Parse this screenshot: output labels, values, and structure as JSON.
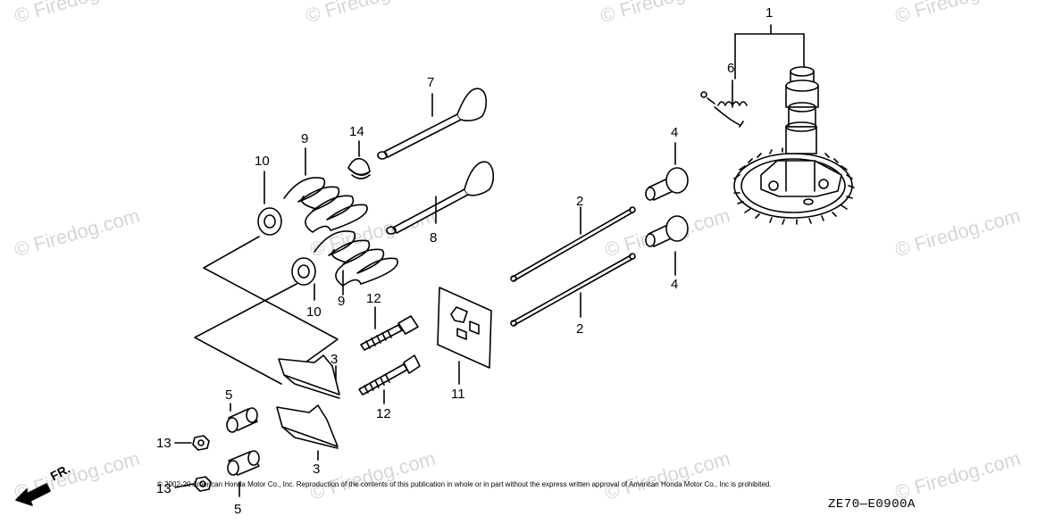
{
  "watermark": "© Firedog.com",
  "callouts": {
    "n1": "1",
    "n2a": "2",
    "n2b": "2",
    "n3a": "3",
    "n3b": "3",
    "n4a": "4",
    "n4b": "4",
    "n5a": "5",
    "n5b": "5",
    "n6": "6",
    "n7": "7",
    "n8": "8",
    "n9a": "9",
    "n9b": "9",
    "n10a": "10",
    "n10b": "10",
    "n11": "11",
    "n12a": "12",
    "n12b": "12",
    "n13a": "13",
    "n13b": "13",
    "n14": "14"
  },
  "direction_label": "FR.",
  "copyright": "© 2002-20 American Honda Motor Co., Inc. Reproduction of the contents of this publication in whole or in part without the express written approval of American Honda Motor Co., Inc is prohibited.",
  "diagram_code": "ZE70—E0900A"
}
